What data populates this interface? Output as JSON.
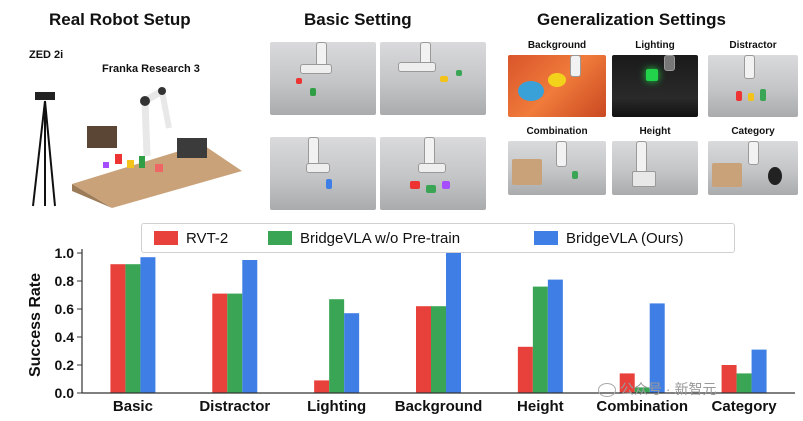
{
  "sections": {
    "real_robot_title": "Real Robot Setup",
    "basic_title": "Basic Setting",
    "generalization_title": "Generalization Settings"
  },
  "real_robot": {
    "camera_label": "ZED 2i",
    "robot_label": "Franka Research 3"
  },
  "generalization_panels": [
    "Background",
    "Lighting",
    "Distractor",
    "Combination",
    "Height",
    "Category"
  ],
  "watermark": "公众号 · 新智元",
  "chart_data": {
    "type": "bar",
    "categories": [
      "Basic",
      "Distractor",
      "Lighting",
      "Background",
      "Height",
      "Combination",
      "Category"
    ],
    "series": [
      {
        "name": "RVT-2",
        "color": "#e8413c",
        "values": [
          0.92,
          0.71,
          0.09,
          0.62,
          0.33,
          0.14,
          0.2
        ]
      },
      {
        "name": "BridgeVLA w/o Pre-train",
        "color": "#3aa655",
        "values": [
          0.92,
          0.71,
          0.67,
          0.62,
          0.76,
          0.04,
          0.14
        ]
      },
      {
        "name": "BridgeVLA (Ours)",
        "color": "#3f7fe5",
        "values": [
          0.97,
          0.95,
          0.57,
          1.0,
          0.81,
          0.64,
          0.31
        ]
      }
    ],
    "ylabel": "Success Rate",
    "xlabel": "",
    "ylim": [
      0,
      1.0
    ],
    "yticks": [
      "0.0",
      "0.2",
      "0.4",
      "0.6",
      "0.8",
      "1.0"
    ],
    "legend": "top"
  }
}
